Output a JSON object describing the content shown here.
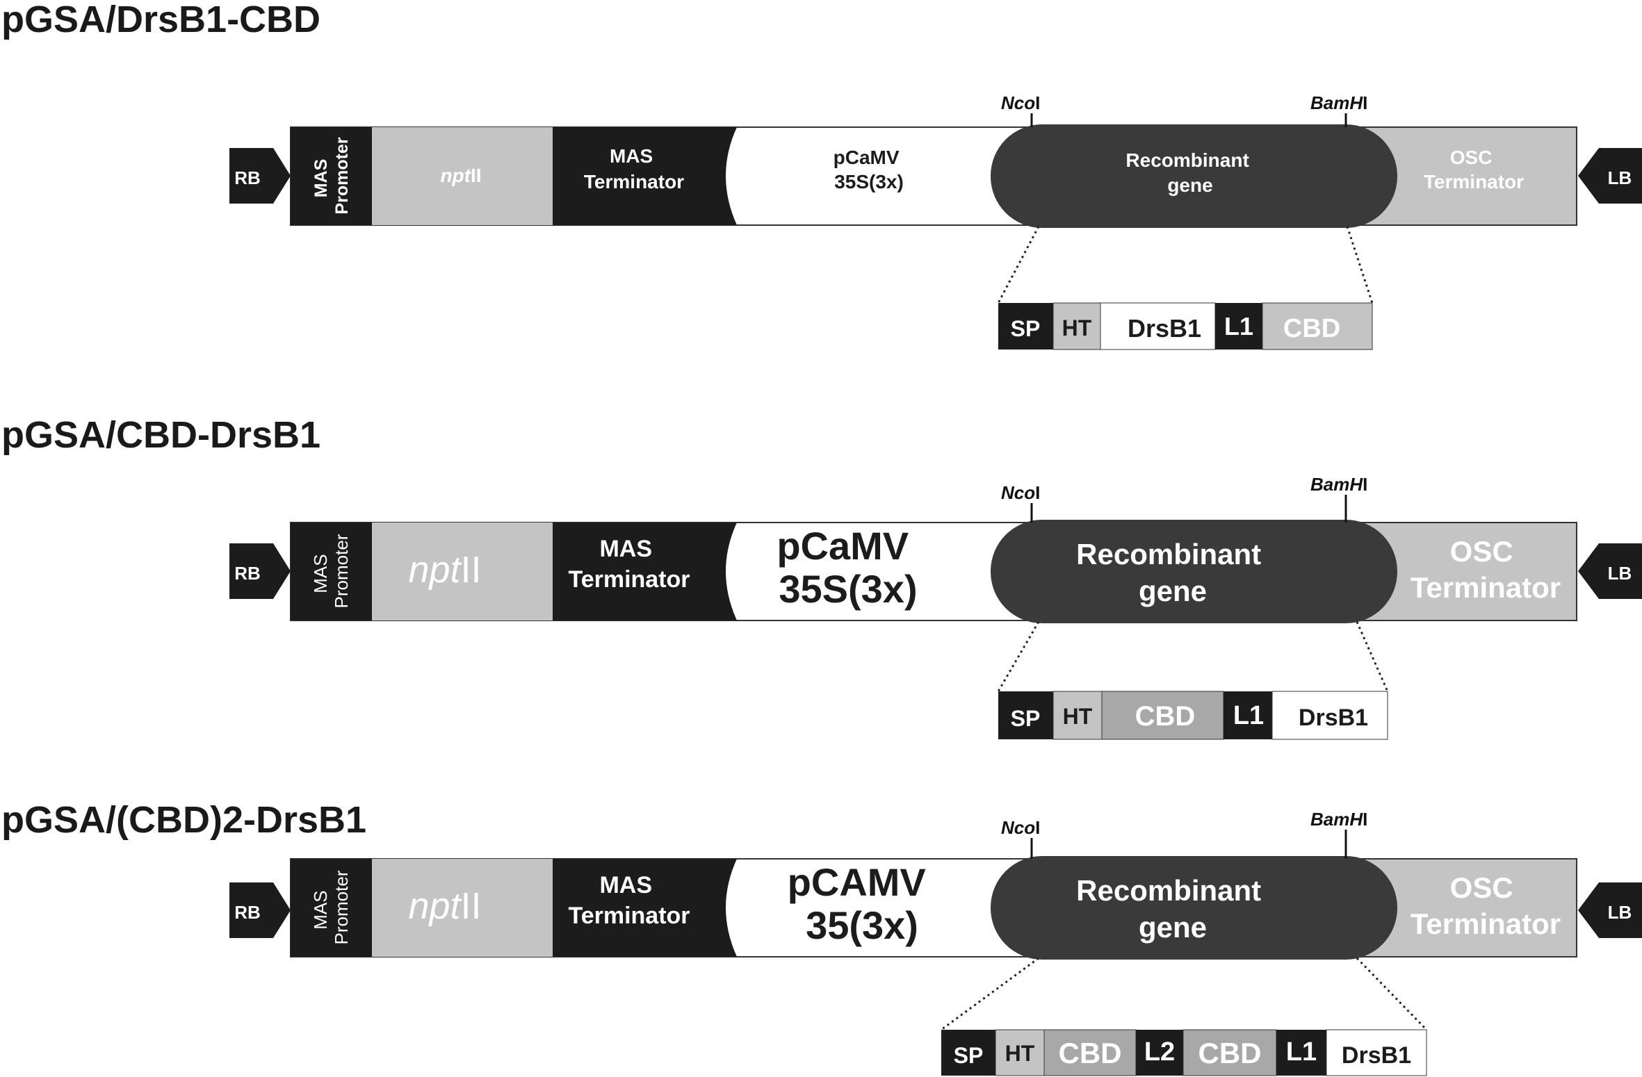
{
  "constructs": [
    {
      "title": "pGSA/DrsB1-CBD",
      "rb": "RB",
      "lb": "LB",
      "promoter": "MAS Promoter",
      "promoter_lines": [
        "MAS",
        "Promoter"
      ],
      "nptII_italic": "npt",
      "nptII_suffix": "II",
      "mas_term_lines": [
        "MAS",
        "Terminator"
      ],
      "camv_lines": [
        "pCaMV",
        "35S(3x)"
      ],
      "recomb_lines": [
        "Recombinant",
        "gene"
      ],
      "osc_lines": [
        "OSC",
        "Terminator"
      ],
      "ncoI_italic": "Nco",
      "ncoI_suffix": "I",
      "bamHI_italic": "BamH",
      "bamHI_suffix": "I",
      "insert": [
        "SP",
        "HT",
        "DrsB1",
        "L1",
        "CBD"
      ]
    },
    {
      "title": "pGSA/CBD-DrsB1",
      "rb": "RB",
      "lb": "LB",
      "promoter": "MAS Promoter",
      "promoter_lines": [
        "MAS",
        "Promoter"
      ],
      "nptII_italic": "npt",
      "nptII_suffix": "II",
      "mas_term_lines": [
        "MAS",
        "Terminator"
      ],
      "camv_lines": [
        "pCaMV",
        "35S(3x)"
      ],
      "recomb_lines": [
        "Recombinant",
        "gene"
      ],
      "osc_lines": [
        "OSC",
        "Terminator"
      ],
      "ncoI_italic": "Nco",
      "ncoI_suffix": "I",
      "bamHI_italic": "BamH",
      "bamHI_suffix": "I",
      "insert": [
        "SP",
        "HT",
        "CBD",
        "L1",
        "DrsB1"
      ]
    },
    {
      "title": "pGSA/(CBD)2-DrsB1",
      "rb": "RB",
      "lb": "LB",
      "promoter": "MAS Promoter",
      "promoter_lines": [
        "MAS",
        "Promoter"
      ],
      "nptII_italic": "npt",
      "nptII_suffix": "II",
      "mas_term_lines": [
        "MAS",
        "Terminator"
      ],
      "camv_lines": [
        "pCAMV",
        "35(3x)"
      ],
      "recomb_lines": [
        "Recombinant",
        "gene"
      ],
      "osc_lines": [
        "OSC",
        "Terminator"
      ],
      "ncoI_italic": "Nco",
      "ncoI_suffix": "I",
      "bamHI_italic": "BamH",
      "bamHI_suffix": "I",
      "insert": [
        "SP",
        "HT",
        "CBD",
        "L2",
        "CBD",
        "L1",
        "DrsB1"
      ]
    }
  ],
  "colors": {
    "dark": "#1c1c1c",
    "recombinant": "#3a3a3a",
    "light_grey": "#c4c4c4",
    "mid_grey": "#a8a8a8",
    "white": "#ffffff"
  }
}
